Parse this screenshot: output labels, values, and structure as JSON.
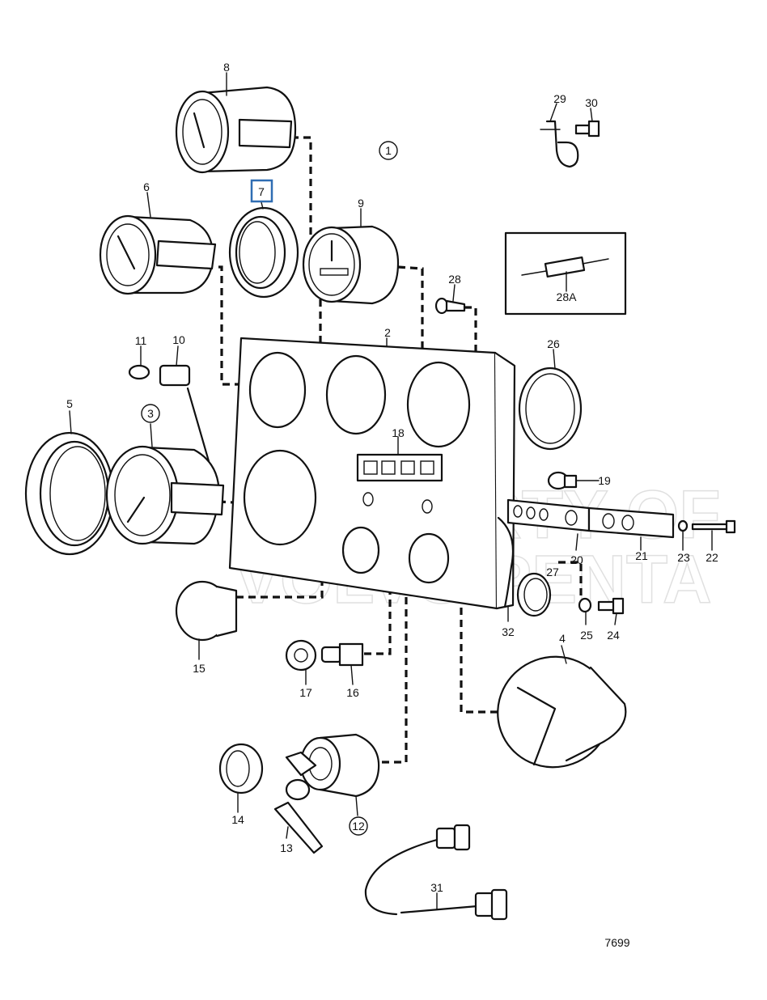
{
  "callouts": [
    {
      "id": "c1",
      "text": "1",
      "circled": true
    },
    {
      "id": "c2",
      "text": "2"
    },
    {
      "id": "c3",
      "text": "3",
      "circled": true
    },
    {
      "id": "c4",
      "text": "4"
    },
    {
      "id": "c5",
      "text": "5"
    },
    {
      "id": "c6",
      "text": "6"
    },
    {
      "id": "c7",
      "text": "7",
      "highlighted": true
    },
    {
      "id": "c8",
      "text": "8"
    },
    {
      "id": "c9",
      "text": "9"
    },
    {
      "id": "c10",
      "text": "10"
    },
    {
      "id": "c11",
      "text": "11"
    },
    {
      "id": "c12",
      "text": "12",
      "circled": true
    },
    {
      "id": "c13",
      "text": "13"
    },
    {
      "id": "c14",
      "text": "14"
    },
    {
      "id": "c15",
      "text": "15"
    },
    {
      "id": "c16",
      "text": "16"
    },
    {
      "id": "c17",
      "text": "17"
    },
    {
      "id": "c18",
      "text": "18"
    },
    {
      "id": "c19",
      "text": "19"
    },
    {
      "id": "c20",
      "text": "20"
    },
    {
      "id": "c21",
      "text": "21"
    },
    {
      "id": "c22",
      "text": "22"
    },
    {
      "id": "c23",
      "text": "23"
    },
    {
      "id": "c24",
      "text": "24"
    },
    {
      "id": "c25",
      "text": "25"
    },
    {
      "id": "c26",
      "text": "26"
    },
    {
      "id": "c27",
      "text": "27"
    },
    {
      "id": "c28",
      "text": "28"
    },
    {
      "id": "c28a",
      "text": "28A"
    },
    {
      "id": "c29",
      "text": "29"
    },
    {
      "id": "c30",
      "text": "30"
    },
    {
      "id": "c31",
      "text": "31"
    },
    {
      "id": "c32",
      "text": "32"
    }
  ],
  "drawing_number": "7699",
  "watermark": [
    "PROPERTY OF",
    "VOLVO PENTA"
  ],
  "colors": {
    "ink": "#111111",
    "highlight": "#2f6db3",
    "watermark": "#c8c8c8"
  }
}
